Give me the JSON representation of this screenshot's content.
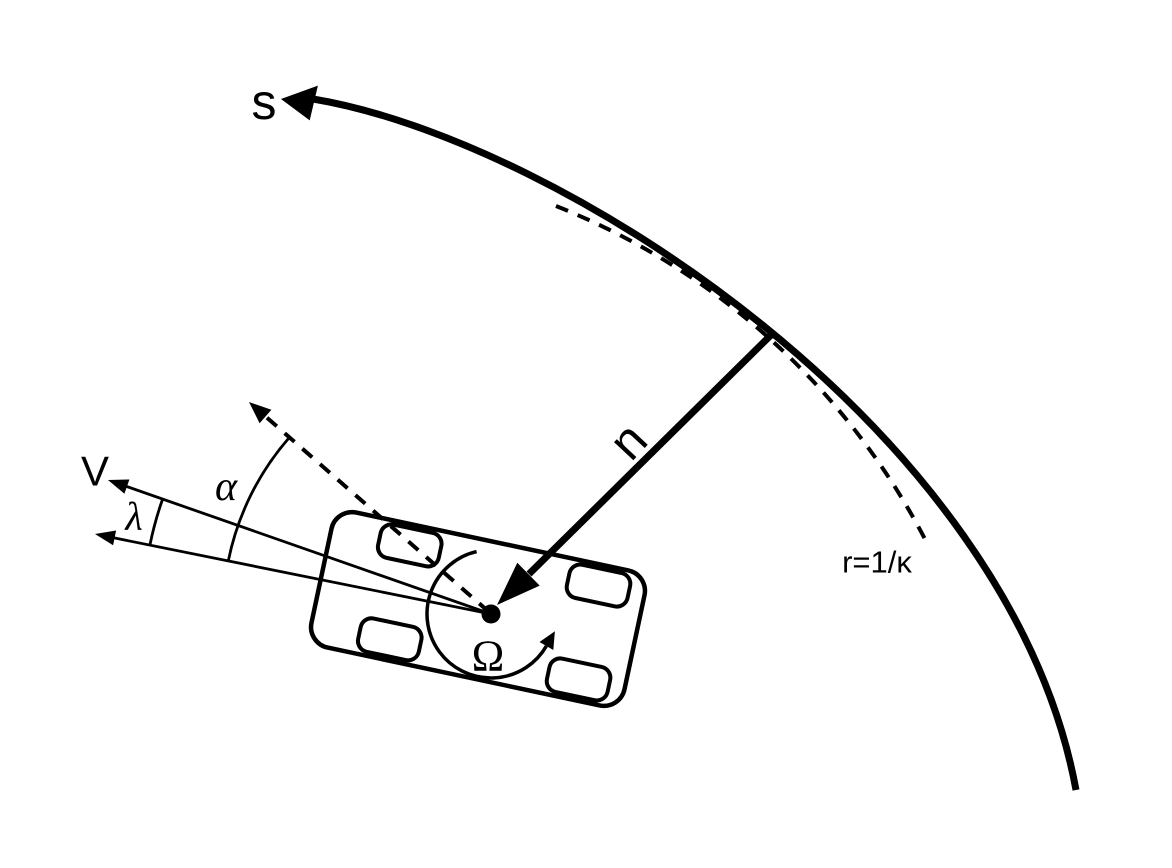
{
  "figure": {
    "type": "vehicle-path-tracking-kinematics-diagram",
    "background_color": "#ffffff",
    "line_color": "#000000"
  },
  "labels": {
    "path_arc": "s",
    "lateral_offset": "n",
    "curvature_radius": "r=1/κ",
    "velocity": "V",
    "slip_angle": "λ",
    "heading_angle": "α",
    "yaw_rate": "Ω"
  }
}
